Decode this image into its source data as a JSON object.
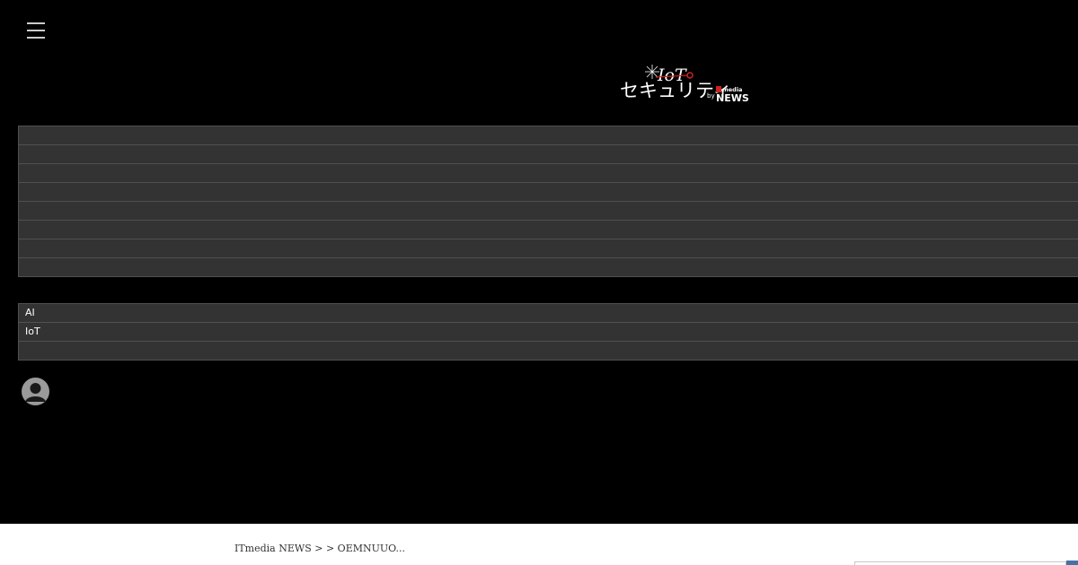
{
  "header": {
    "menu_icon": "hamburger-menu-icon",
    "logo": {
      "title_top": "IoT",
      "title_bottom": "セキュリティ",
      "by": "by",
      "brand_it": "IT",
      "brand_media": "media",
      "brand_news": "NEWS"
    }
  },
  "menu": {
    "primary_items": [
      {
        "label": ""
      },
      {
        "label": ""
      },
      {
        "label": ""
      },
      {
        "label": ""
      },
      {
        "label": ""
      },
      {
        "label": ""
      },
      {
        "label": ""
      },
      {
        "label": ""
      }
    ],
    "secondary_items": [
      {
        "label": "AI"
      },
      {
        "label": "IoT"
      },
      {
        "label": ""
      }
    ]
  },
  "user": {
    "avatar_icon": "user-avatar-icon"
  },
  "breadcrumb": {
    "home": "ITmedia NEWS",
    "sep1": ">",
    "section": "",
    "sep2": ">",
    "current": "OEMNUUO..."
  },
  "colors": {
    "header_bg": "#000000",
    "menu_item_bg": "#333333",
    "menu_border": "#505050",
    "logo_red": "#cc2222",
    "page_bg": "#ffffff"
  }
}
